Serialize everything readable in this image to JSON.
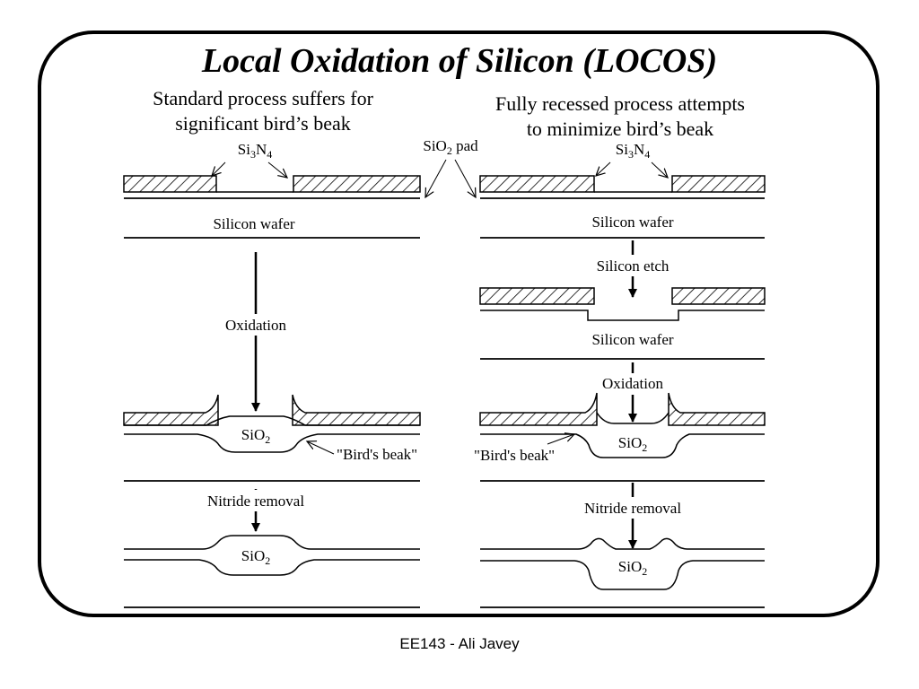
{
  "slide": {
    "title": "Local Oxidation of Silicon (LOCOS)",
    "left_caption_line1": "Standard process suffers for",
    "left_caption_line2": "significant bird’s beak",
    "right_caption_line1": "Fully recessed process attempts",
    "right_caption_line2": "to minimize bird’s beak",
    "footer": "EE143 - Ali Javey"
  },
  "diagram": {
    "si3n4_prefix": "Si",
    "si3n4_sub1": "3",
    "si3n4_mid": "N",
    "si3n4_sub2": "4",
    "sio2_prefix": "SiO",
    "sio2_sub": "2",
    "sio2_pad_suffix": " pad",
    "silicon_wafer": "Silicon wafer",
    "silicon_etch": "Silicon etch",
    "oxidation": "Oxidation",
    "birds_beak": "\"Bird's beak\"",
    "nitride_removal": "Nitride removal"
  }
}
